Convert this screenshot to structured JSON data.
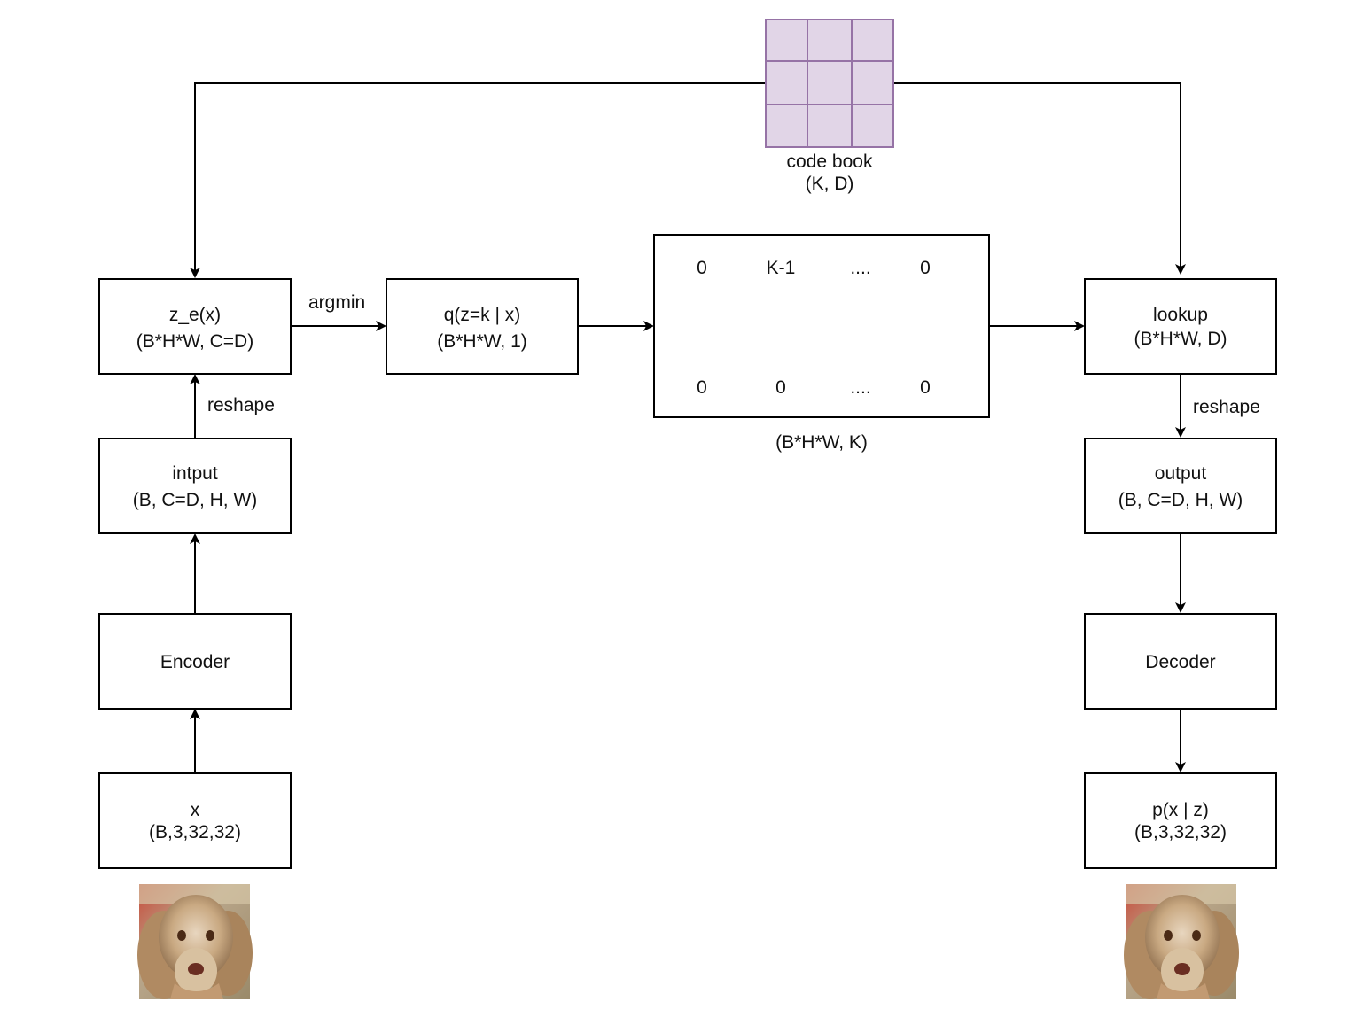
{
  "nodes": {
    "z_e": {
      "line1": "z_e(x)",
      "line2": "(B*H*W, C=D)"
    },
    "q": {
      "line1": "q(z=k | x)",
      "line2": "(B*H*W, 1)"
    },
    "lookup": {
      "line1": "lookup",
      "line2": "(B*H*W, D)"
    },
    "input": {
      "line1": "intput",
      "line2": "(B, C=D, H, W)"
    },
    "output": {
      "line1": "output",
      "line2": "(B, C=D, H, W)"
    },
    "encoder": {
      "line1": "Encoder"
    },
    "decoder": {
      "line1": "Decoder"
    },
    "x": {
      "line1": "x",
      "line2": "(B,3,32,32)"
    },
    "px": {
      "line1": "p(x | z)",
      "line2": "(B,3,32,32)"
    }
  },
  "codebook": {
    "line1": "code book",
    "line2": "(K, D)",
    "fill": "#e1d5e7",
    "stroke": "#9673a6"
  },
  "onehot": {
    "row1": [
      "0",
      "K-1",
      "....",
      "0"
    ],
    "row2": [
      "0",
      "0",
      "....",
      "0"
    ],
    "caption": "(B*H*W, K)"
  },
  "edge_labels": {
    "argmin": "argmin",
    "reshape_left": "reshape",
    "reshape_right": "reshape"
  },
  "images": {
    "input_image": "dog photo (spaniel)",
    "output_image": "dog photo (spaniel)"
  }
}
